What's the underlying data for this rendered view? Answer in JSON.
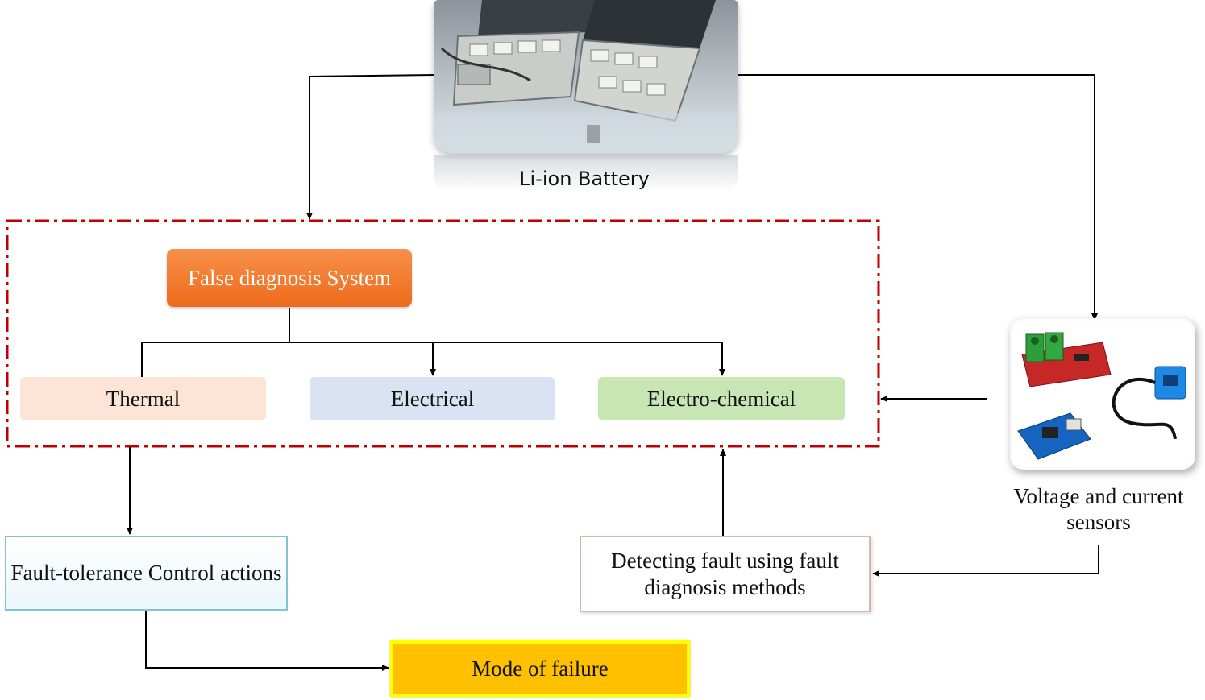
{
  "diagram": {
    "battery": {
      "caption": "Li-ion Battery"
    },
    "system_box": {
      "label": "False diagnosis System"
    },
    "categories": [
      {
        "label": "Thermal",
        "color": "#fce4d6"
      },
      {
        "label": "Electrical",
        "color": "#dae3f3"
      },
      {
        "label": "Electro-chemical",
        "color": "#c8e6b4"
      }
    ],
    "fault_tolerance": {
      "label": "Fault-tolerance Control actions"
    },
    "detecting": {
      "label": "Detecting fault using fault diagnosis methods"
    },
    "mode_of_failure": {
      "label": "Mode of failure"
    },
    "sensors": {
      "caption": "Voltage and current sensors"
    }
  },
  "colors": {
    "dash_border": "#c00000",
    "system_orange": "#ee6a1a",
    "mode_fill": "#ffc000",
    "mode_border": "#ffff00",
    "arrow": "#000000"
  },
  "icons": {
    "battery_photo": "battery-pack-photo",
    "sensor_photo": "sensor-modules-photo"
  }
}
